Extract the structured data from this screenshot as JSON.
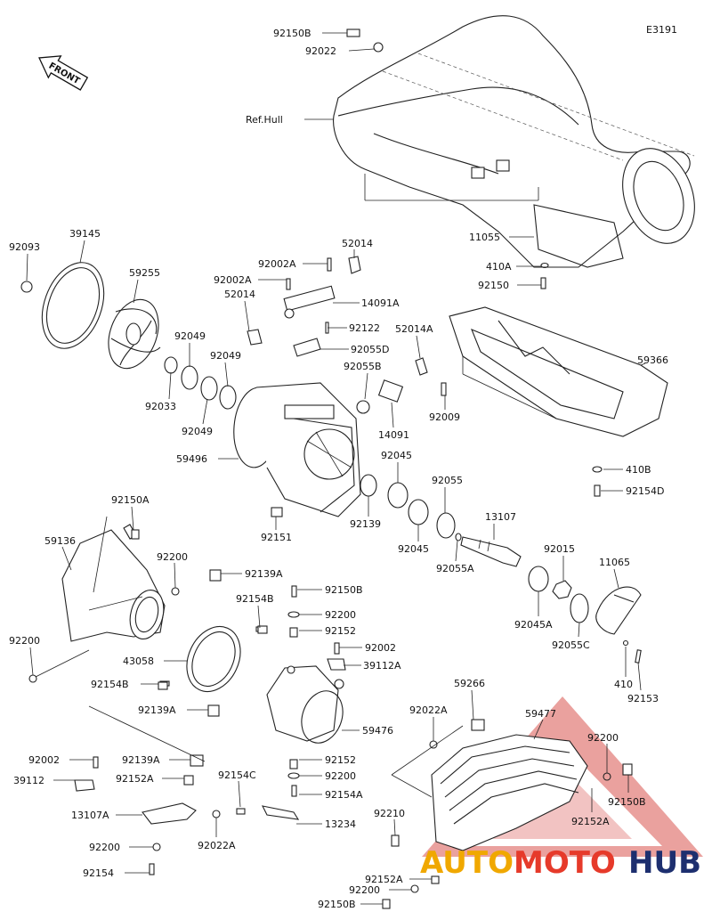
{
  "diagram_code": "E3191",
  "front_label": "FRONT",
  "watermark": {
    "part1": "AUTO",
    "part2": "MOTO",
    "part3": "HUB"
  },
  "colors": {
    "line": "#222222",
    "watermark_red": "#e63a2a",
    "watermark_yellow": "#f0a800",
    "watermark_navy": "#1d2f6f",
    "watermark_triangle": "#d9534f"
  },
  "labels": [
    {
      "id": "l1",
      "text": "92150B"
    },
    {
      "id": "l2",
      "text": "92022"
    },
    {
      "id": "l3",
      "text": "Ref.Hull"
    },
    {
      "id": "l4",
      "text": "92093"
    },
    {
      "id": "l5",
      "text": "39145"
    },
    {
      "id": "l6",
      "text": "59255"
    },
    {
      "id": "l7",
      "text": "92002A"
    },
    {
      "id": "l8",
      "text": "52014"
    },
    {
      "id": "l9",
      "text": "92002A"
    },
    {
      "id": "l10",
      "text": "14091A"
    },
    {
      "id": "l11",
      "text": "52014"
    },
    {
      "id": "l12",
      "text": "92122"
    },
    {
      "id": "l13",
      "text": "92055D"
    },
    {
      "id": "l14",
      "text": "11055"
    },
    {
      "id": "l15",
      "text": "410A"
    },
    {
      "id": "l16",
      "text": "92150"
    },
    {
      "id": "l17",
      "text": "92049"
    },
    {
      "id": "l18",
      "text": "92049"
    },
    {
      "id": "l19",
      "text": "52014A"
    },
    {
      "id": "l20",
      "text": "92055B"
    },
    {
      "id": "l21",
      "text": "59366"
    },
    {
      "id": "l22",
      "text": "92033"
    },
    {
      "id": "l23",
      "text": "92049"
    },
    {
      "id": "l24",
      "text": "14091"
    },
    {
      "id": "l25",
      "text": "92009"
    },
    {
      "id": "l26",
      "text": "59496"
    },
    {
      "id": "l27",
      "text": "92045"
    },
    {
      "id": "l28",
      "text": "92055"
    },
    {
      "id": "l29",
      "text": "410B"
    },
    {
      "id": "l30",
      "text": "92154D"
    },
    {
      "id": "l31",
      "text": "92150A"
    },
    {
      "id": "l32",
      "text": "92139"
    },
    {
      "id": "l33",
      "text": "13107"
    },
    {
      "id": "l34",
      "text": "92151"
    },
    {
      "id": "l35",
      "text": "59136"
    },
    {
      "id": "l36",
      "text": "92200"
    },
    {
      "id": "l37",
      "text": "92045"
    },
    {
      "id": "l38",
      "text": "92055A"
    },
    {
      "id": "l39",
      "text": "92015"
    },
    {
      "id": "l40",
      "text": "11065"
    },
    {
      "id": "l41",
      "text": "92139A"
    },
    {
      "id": "l42",
      "text": "92154B"
    },
    {
      "id": "l43",
      "text": "92150B"
    },
    {
      "id": "l44",
      "text": "92200"
    },
    {
      "id": "l45",
      "text": "92152"
    },
    {
      "id": "l46",
      "text": "92045A"
    },
    {
      "id": "l47",
      "text": "92200"
    },
    {
      "id": "l48",
      "text": "43058"
    },
    {
      "id": "l49",
      "text": "92002"
    },
    {
      "id": "l50",
      "text": "39112A"
    },
    {
      "id": "l51",
      "text": "92055C"
    },
    {
      "id": "l52",
      "text": "92154B"
    },
    {
      "id": "l53",
      "text": "410"
    },
    {
      "id": "l54",
      "text": "92153"
    },
    {
      "id": "l55",
      "text": "59266"
    },
    {
      "id": "l56",
      "text": "92139A"
    },
    {
      "id": "l57",
      "text": "59476"
    },
    {
      "id": "l58",
      "text": "92022A"
    },
    {
      "id": "l59",
      "text": "59477"
    },
    {
      "id": "l60",
      "text": "92002"
    },
    {
      "id": "l61",
      "text": "92139A"
    },
    {
      "id": "l62",
      "text": "92152"
    },
    {
      "id": "l63",
      "text": "92200"
    },
    {
      "id": "l64",
      "text": "39112"
    },
    {
      "id": "l65",
      "text": "92152A"
    },
    {
      "id": "l66",
      "text": "92154C"
    },
    {
      "id": "l67",
      "text": "92200"
    },
    {
      "id": "l68",
      "text": "92154A"
    },
    {
      "id": "l69",
      "text": "92150B"
    },
    {
      "id": "l70",
      "text": "13107A"
    },
    {
      "id": "l71",
      "text": "13234"
    },
    {
      "id": "l72",
      "text": "92210"
    },
    {
      "id": "l73",
      "text": "92152A"
    },
    {
      "id": "l74",
      "text": "92200"
    },
    {
      "id": "l75",
      "text": "92022A"
    },
    {
      "id": "l76",
      "text": "92154"
    },
    {
      "id": "l77",
      "text": "92152A"
    },
    {
      "id": "l78",
      "text": "92200"
    },
    {
      "id": "l79",
      "text": "92150B"
    }
  ]
}
